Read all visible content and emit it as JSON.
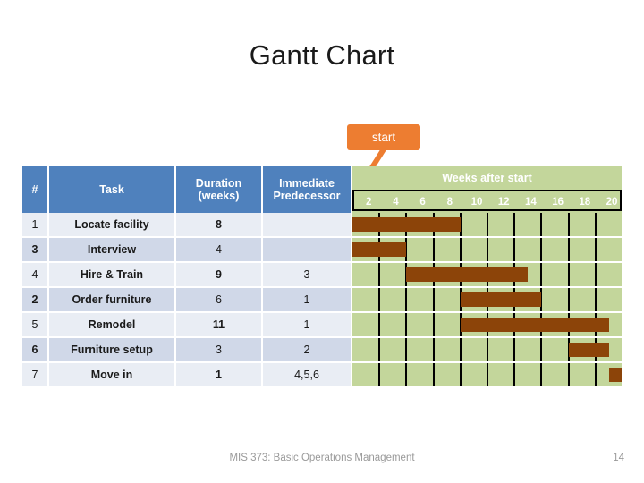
{
  "slide": {
    "title": "Gantt Chart",
    "callout_label": "start",
    "footer_text": "MIS 373: Basic Operations Management",
    "page_number": "14"
  },
  "colors": {
    "header_blue": "#4F81BD",
    "gantt_background_green": "#C3D69B",
    "bar_brown": "#8C4409",
    "callout_orange": "#ED7D31",
    "row_light": "#E9EDF4",
    "row_dark": "#D0D8E8",
    "gridline": "#000000"
  },
  "table": {
    "headers": {
      "num": "#",
      "task": "Task",
      "duration_line1": "Duration",
      "duration_line2": "(weeks)",
      "predecessor_line1": "Immediate",
      "predecessor_line2": "Predecessor",
      "gantt": "Weeks after start"
    },
    "week_ticks": [
      "2",
      "4",
      "6",
      "8",
      "10",
      "12",
      "14",
      "16",
      "18",
      "20"
    ],
    "rows": [
      {
        "num": "1",
        "task": "Locate facility",
        "duration": "8",
        "predecessor": "-"
      },
      {
        "num": "3",
        "task": "Interview",
        "duration": "4",
        "predecessor": "-"
      },
      {
        "num": "4",
        "task": "Hire & Train",
        "duration": "9",
        "predecessor": "3"
      },
      {
        "num": "2",
        "task": "Order furniture",
        "duration": "6",
        "predecessor": "1"
      },
      {
        "num": "5",
        "task": "Remodel",
        "duration": "11",
        "predecessor": "1"
      },
      {
        "num": "6",
        "task": "Furniture setup",
        "duration": "3",
        "predecessor": "2"
      },
      {
        "num": "7",
        "task": "Move in",
        "duration": "1",
        "predecessor": "4,5,6"
      }
    ]
  },
  "chart_data": {
    "type": "bar",
    "title": "Gantt Chart",
    "xlabel": "Weeks after start",
    "ylabel": "Task",
    "xlim": [
      0,
      20
    ],
    "xticks": [
      2,
      4,
      6,
      8,
      10,
      12,
      14,
      16,
      18,
      20
    ],
    "grid": true,
    "legend": "none",
    "categories": [
      "Locate facility",
      "Interview",
      "Hire & Train",
      "Order furniture",
      "Remodel",
      "Furniture setup",
      "Move in"
    ],
    "bars": [
      {
        "task": "Locate facility",
        "id": "1",
        "start": 0,
        "duration": 8,
        "end": 8,
        "predecessor": "-"
      },
      {
        "task": "Interview",
        "id": "3",
        "start": 0,
        "duration": 4,
        "end": 4,
        "predecessor": "-"
      },
      {
        "task": "Hire & Train",
        "id": "4",
        "start": 4,
        "duration": 9,
        "end": 13,
        "predecessor": "3"
      },
      {
        "task": "Order furniture",
        "id": "2",
        "start": 8,
        "duration": 6,
        "end": 14,
        "predecessor": "1"
      },
      {
        "task": "Remodel",
        "id": "5",
        "start": 8,
        "duration": 11,
        "end": 19,
        "predecessor": "1"
      },
      {
        "task": "Furniture setup",
        "id": "6",
        "start": 16,
        "duration": 3,
        "end": 19,
        "predecessor": "2"
      },
      {
        "task": "Move in",
        "id": "7",
        "start": 19,
        "duration": 1,
        "end": 20,
        "predecessor": "4,5,6"
      }
    ]
  }
}
